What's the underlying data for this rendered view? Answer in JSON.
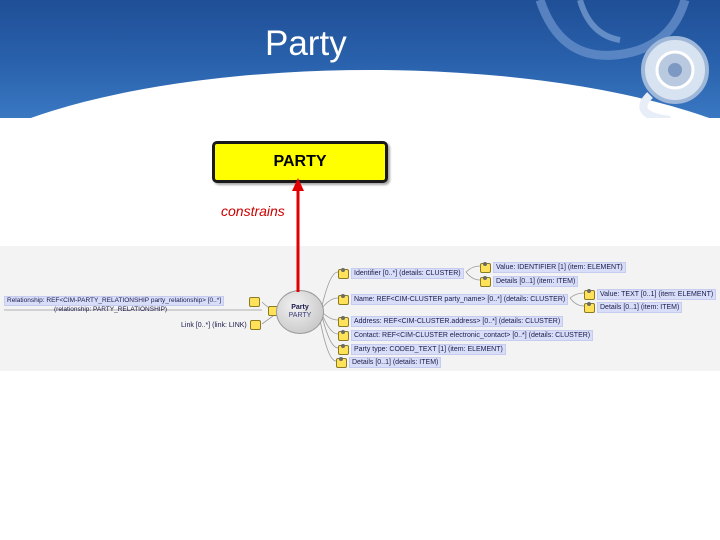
{
  "slide": {
    "title": "Party"
  },
  "class_box": {
    "label": "PARTY"
  },
  "relation": {
    "label": "constrains"
  },
  "colors": {
    "header": "#2a62ad",
    "box": "#ffff00",
    "arrow": "#e00000",
    "label": "#cc0000",
    "node_fill": "#d9def8"
  },
  "mindmap": {
    "center": {
      "name": "Party",
      "type": "PARTY"
    },
    "left": {
      "relationship_line1": "Relationship: REF<CIM-PARTY_RELATIONSHIP party_relationship> [0..*]",
      "relationship_line2": "(relationship: PARTY_RELATIONSHIP)",
      "link": "Link [0..*] (link: LINK)"
    },
    "right": [
      {
        "key": "identifier",
        "text": "Identifier [0..*] (details: CLUSTER)"
      },
      {
        "key": "identifier_value",
        "text": "Value: IDENTIFIER [1] (item: ELEMENT)"
      },
      {
        "key": "identifier_details",
        "text": "Details [0..1] (item: ITEM)"
      },
      {
        "key": "name_value",
        "text": "Value: TEXT [0..1] (item: ELEMENT)"
      },
      {
        "key": "name",
        "text": "Name: REF<CIM-CLUSTER party_name> [0..*] (details: CLUSTER)"
      },
      {
        "key": "name_details",
        "text": "Details [0..1] (item: ITEM)"
      },
      {
        "key": "address",
        "text": "Address: REF<CIM-CLUSTER.address> [0..*] (details: CLUSTER)"
      },
      {
        "key": "contact",
        "text": "Contact: REF<CIM-CLUSTER electronic_contact> [0..*] (details: CLUSTER)"
      },
      {
        "key": "party_type",
        "text": "Party type: CODED_TEXT [1] (item: ELEMENT)"
      },
      {
        "key": "details",
        "text": "Details [0..1] (details: ITEM)"
      }
    ]
  }
}
